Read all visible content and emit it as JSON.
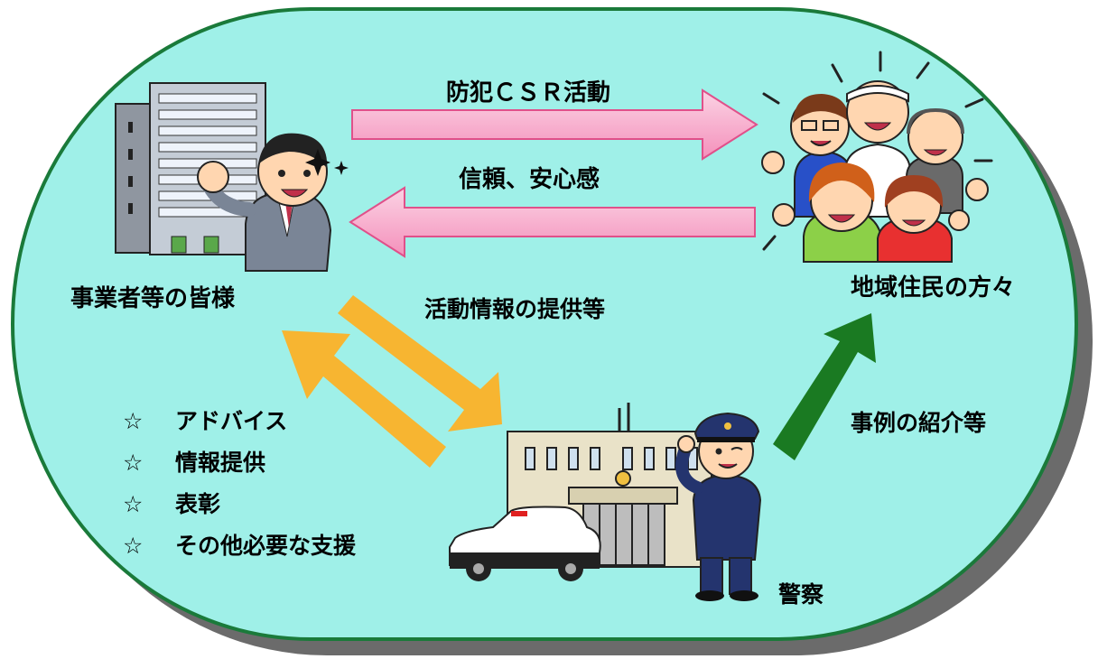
{
  "colors": {
    "background_fill": "#9ff0e8",
    "outline": "#1a7a3a",
    "shadow": "#6b6b6b",
    "pink_arrow": "#f6a2c6",
    "pink_arrow_edge": "#e0508a",
    "orange_arrow": "#f7b531",
    "green_arrow": "#1a7a22"
  },
  "labels": {
    "csr_activity": "防犯ＣＳＲ活動",
    "trust": "信頼、安心感",
    "business": "事業者等の皆様",
    "residents": "地域住民の方々",
    "info_provision": "活動情報の提供等",
    "case_intro": "事例の紹介等",
    "police": "警察"
  },
  "support": {
    "bullet": "☆",
    "items": [
      "アドバイス",
      "情報提供",
      "表彰",
      "その他必要な支援"
    ]
  },
  "illustrations": {
    "business": "office-building-with-businessman",
    "residents": "cheering-group-of-residents",
    "police": "police-station-officer-and-patrol-car"
  }
}
